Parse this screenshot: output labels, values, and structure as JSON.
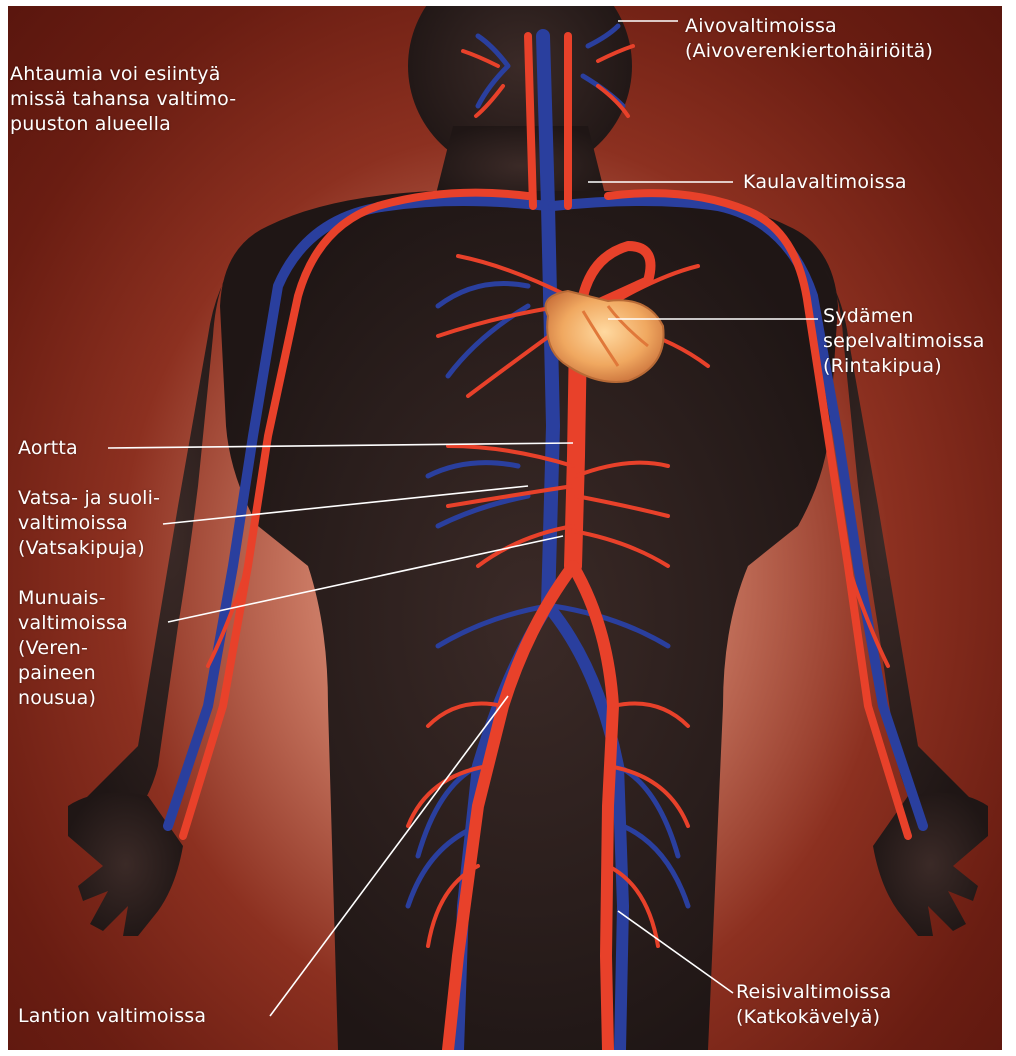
{
  "colors": {
    "artery": "#e8412a",
    "vein": "#2a3f9e",
    "skin": "#2e2220",
    "heart": "#f0a860",
    "background": "#8c3020"
  },
  "labels": {
    "intro": "Ahtaumia voi esiintyä\nmissä tahansa valtimo-\npuuston alueella",
    "brain": "Aivovaltimoissa\n(Aivoverenkiertohäiriöitä)",
    "carotid": "Kaulavaltimoissa",
    "heart": "Sydämen\nsepelvaltimoissa\n(Rintakipua)",
    "aorta": "Aortta",
    "abdominal": "Vatsa- ja suoli-\nvaltimoissa\n(Vatsakipuja)",
    "renal": "Munuais-\nvaltimoissa\n(Veren-\npaineen\nnousua)",
    "pelvic": "Lantion valtimoissa",
    "femoral": "Reisivaltimoissa\n(Katkokävelyä)"
  }
}
